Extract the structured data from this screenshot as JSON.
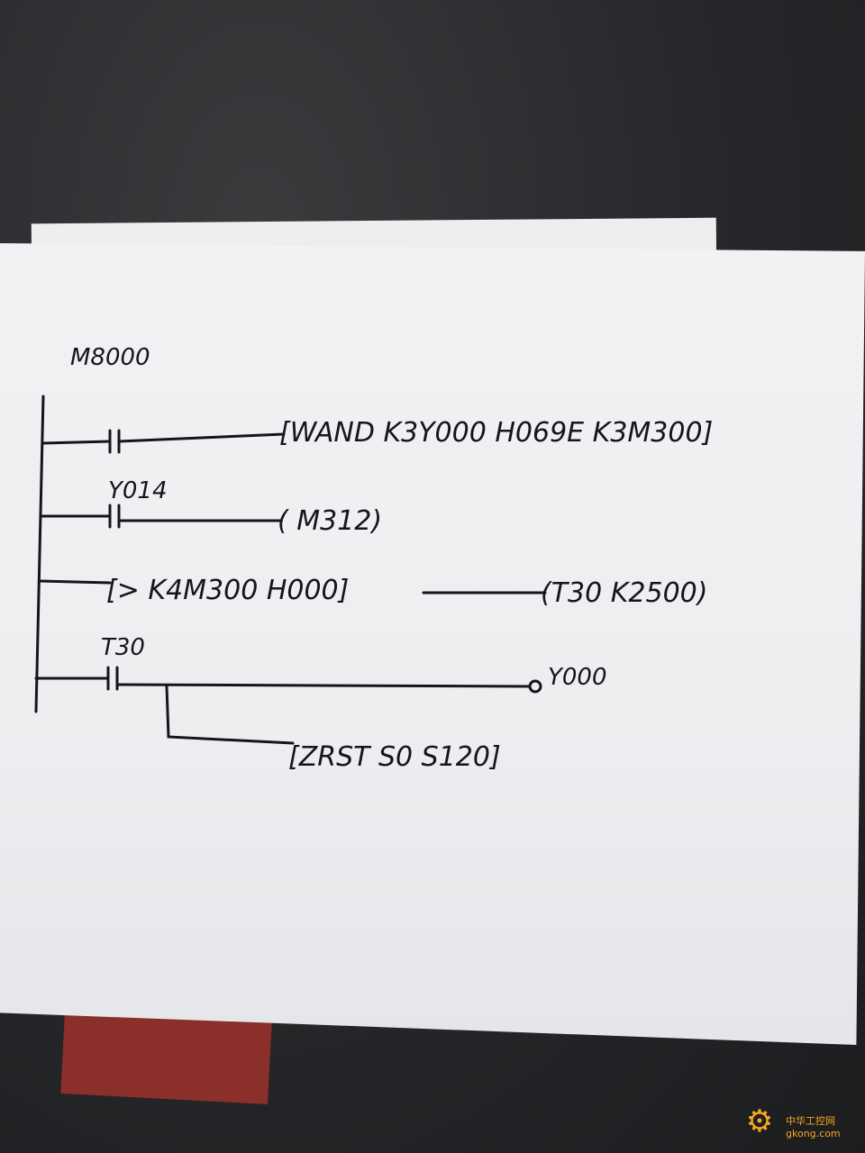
{
  "labels": {
    "m8000": "M8000",
    "y014": "Y014",
    "t30": "T30"
  },
  "instructions": {
    "wand": "[WAND  K3Y000  H069E  K3M300]",
    "m312": "( M312)",
    "compare": "[>  K4M300  H000]",
    "t30coil": "(T30  K2500)",
    "y000": "Y000",
    "zrst": "[ZRST  S0  S120]"
  },
  "watermark": {
    "brand": "中华工控网",
    "site": "gkong.com"
  }
}
